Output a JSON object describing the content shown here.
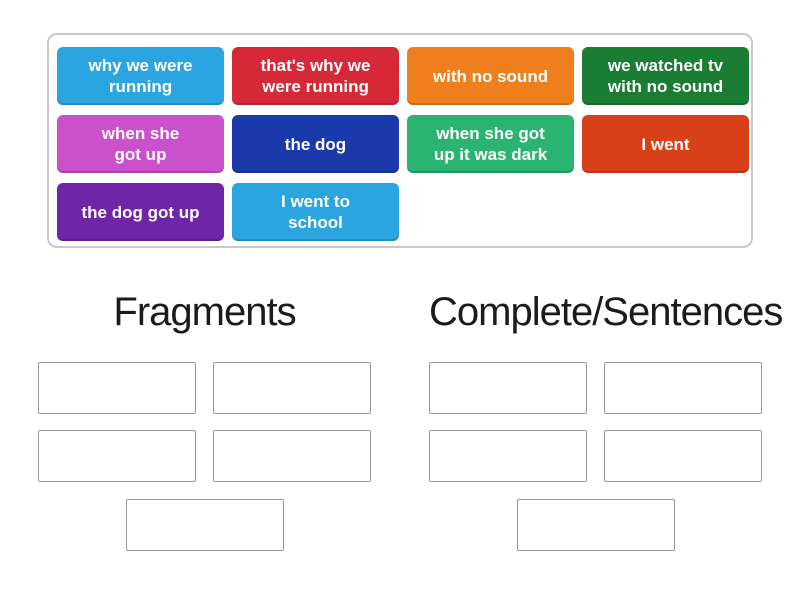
{
  "tray": {
    "tiles": [
      {
        "label": "why we were\nrunning",
        "color": "#2AA5DF"
      },
      {
        "label": "that's why we\nwere running",
        "color": "#D62937"
      },
      {
        "label": "with no sound",
        "color": "#EF7F1C"
      },
      {
        "label": "we watched tv\nwith no sound",
        "color": "#1A7D33"
      },
      {
        "label": "when she\ngot up",
        "color": "#CB50CB"
      },
      {
        "label": "the dog",
        "color": "#1A3AAB"
      },
      {
        "label": "when she got\nup it was dark",
        "color": "#2BB371"
      },
      {
        "label": "I went",
        "color": "#D8401A"
      },
      {
        "label": "the dog got up",
        "color": "#7024A6"
      },
      {
        "label": "I went to\nschool",
        "color": "#2AA5DF"
      }
    ]
  },
  "groups": [
    {
      "title": "Fragments",
      "slot_count": 5
    },
    {
      "title": "Complete/Sentences",
      "slot_count": 5
    }
  ]
}
